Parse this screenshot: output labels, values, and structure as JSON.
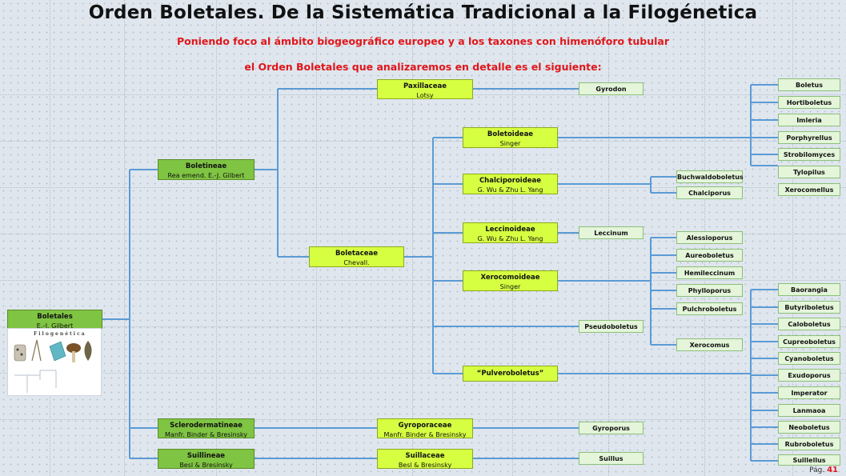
{
  "title": "Orden Boletales. De la Sistemática Tradicional a la Filogénetica",
  "subtitle1": "Poniendo foco al ámbito biogeográfico europeo y a los taxones con himenóforo tubular",
  "subtitle2": "el Orden Boletales que analizaremos en detalle es el siguiente:",
  "root": {
    "name": "Boletales",
    "author": "E.-J. Gilbert"
  },
  "suborders": {
    "boletineae": {
      "name": "Boletineae",
      "author": "Rea emend. E.-J. Gilbert"
    },
    "sclerodermatineae": {
      "name": "Sclerodermatineae",
      "author": "Manfr. Binder & Bresinsky"
    },
    "suillineae": {
      "name": "Suillineae",
      "author": "Besl & Bresinsky"
    }
  },
  "families": {
    "paxillaceae": {
      "name": "Paxillaceae",
      "author": "Lotsy"
    },
    "boletaceae": {
      "name": "Boletaceae",
      "author": "Chevall."
    },
    "gyroporaceae": {
      "name": "Gyroporaceae",
      "author": "Manfr. Binder & Bresinsky"
    },
    "suillaceae": {
      "name": "Suillaceae",
      "author": "Besl & Bresinsky"
    }
  },
  "subfamilies": {
    "boletoideae": {
      "name": "Boletoideae",
      "author": "Singer"
    },
    "chalciporoideae": {
      "name": "Chalciporoideae",
      "author": "G. Wu & Zhu L. Yang"
    },
    "leccinoideae": {
      "name": "Leccinoideae",
      "author": "G. Wu & Zhu L. Yang"
    },
    "xerocomoideae": {
      "name": "Xerocomoideae",
      "author": "Singer"
    },
    "pulveroboletus": {
      "name": "“Pulveroboletus”"
    }
  },
  "genera": {
    "gyrodon": "Gyrodon",
    "boletoideae": [
      "Boletus",
      "Hortiboletus",
      "Imleria",
      "Porphyrellus",
      "Strobilomyces",
      "Tylopilus",
      "Xerocomellus"
    ],
    "chalciporoideae": [
      "Buchwaldoboletus",
      "Chalciporus"
    ],
    "leccinum": "Leccinum",
    "xerocomoideae": [
      "Alessioporus",
      "Aureoboletus",
      "Hemileccinum",
      "Phylloporus",
      "Pulchroboletus",
      "Xerocomus"
    ],
    "pseudoboletus": "Pseudoboletus",
    "pulveroboletus": [
      "Baorangia",
      "Butyriboletus",
      "Caloboletus",
      "Cupreoboletus",
      "Cyanoboletus",
      "Exudoporus",
      "Imperator",
      "Lanmaoa",
      "Neoboletus",
      "Rubroboletus",
      "Suillellus"
    ],
    "gyroporus": "Gyroporus",
    "suillus": "Suillus"
  },
  "logo": {
    "text": "Filogenética"
  },
  "page": {
    "label": "Pág.",
    "number": "41"
  },
  "colors": {
    "connector": "#5b9bd5",
    "title_red": "#e0161a",
    "lime": "#d7ff41",
    "dark_green": "#7fc442",
    "light_green": "#e4f5da"
  }
}
